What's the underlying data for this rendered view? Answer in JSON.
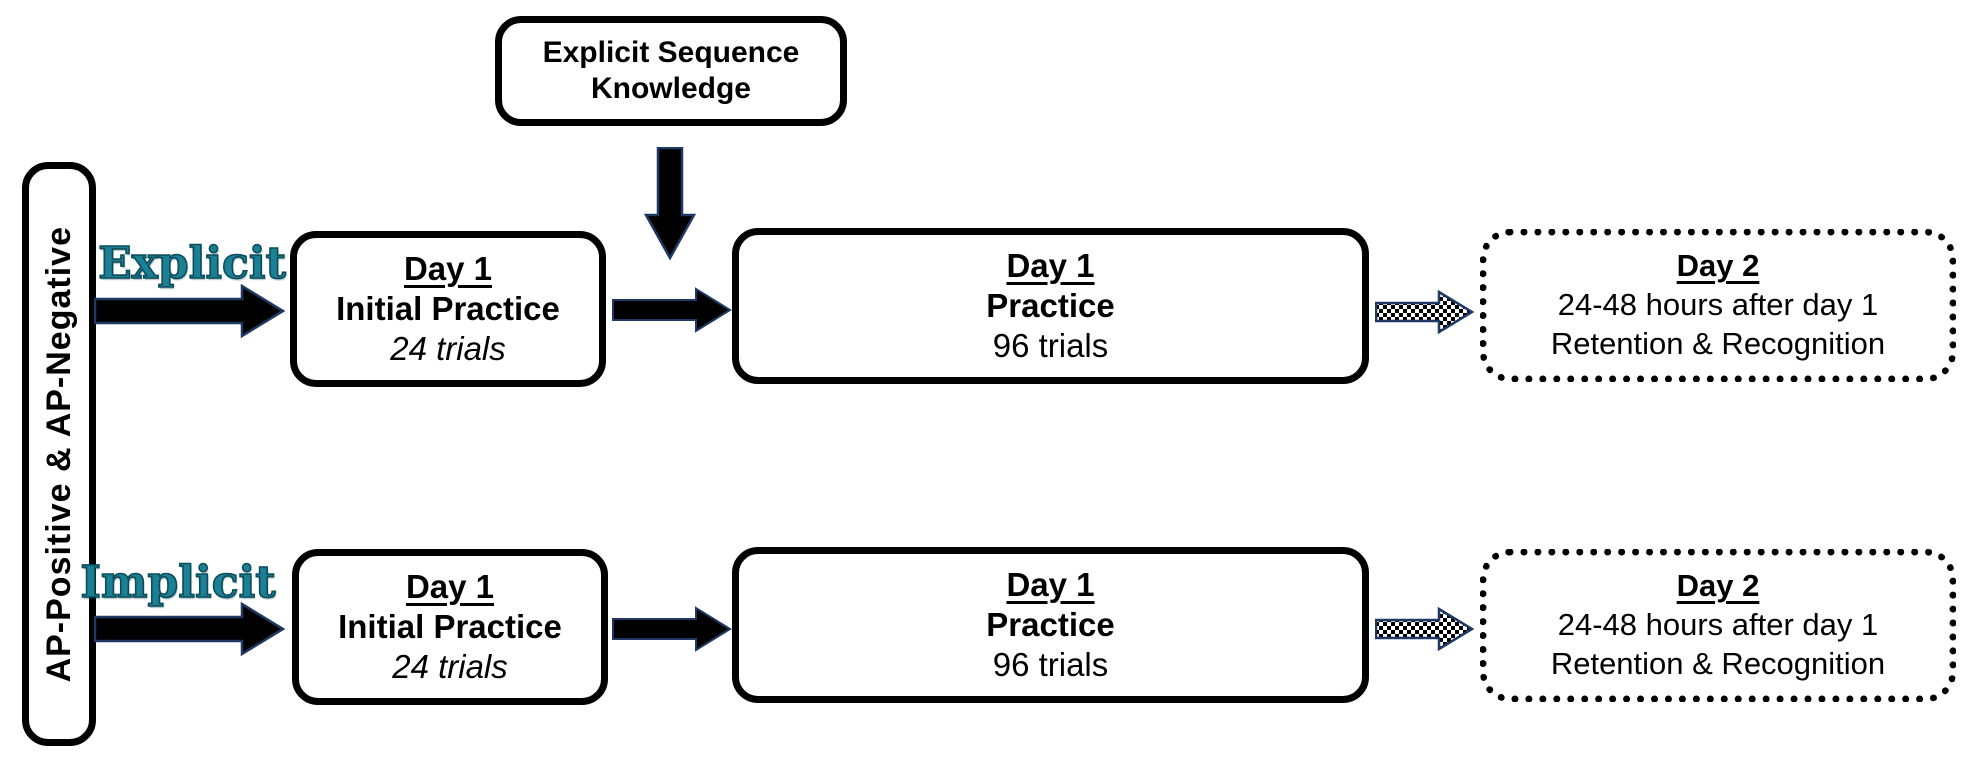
{
  "colors": {
    "teal_accent": "#1b8093",
    "arrow_outline_navy": "#1f3864",
    "box_border": "#000000",
    "background": "#ffffff"
  },
  "icons": {
    "right_arrow": "black right arrow with navy outline",
    "down_arrow": "black down arrow with navy outline",
    "checkered_right_arrow": "checkerboard-filled right arrow with navy outline"
  },
  "diagram": {
    "cohort_label": "AP-Positive & AP-Negative",
    "knowledge_box_label": "Explicit Sequence Knowledge",
    "rows": [
      {
        "condition": "Explicit",
        "initial_practice": {
          "day": "Day 1",
          "name": "Initial Practice",
          "trials": "24 trials"
        },
        "practice": {
          "day": "Day 1",
          "name": "Practice",
          "trials": "96 trials"
        },
        "retention": {
          "day": "Day 2",
          "timing": "24-48 hours after day 1",
          "tasks": "Retention & Recognition"
        }
      },
      {
        "condition": "Implicit",
        "initial_practice": {
          "day": "Day 1",
          "name": "Initial Practice",
          "trials": "24 trials"
        },
        "practice": {
          "day": "Day 1",
          "name": "Practice",
          "trials": "96 trials"
        },
        "retention": {
          "day": "Day 2",
          "timing": "24-48 hours after day 1",
          "tasks": "Retention & Recognition"
        }
      }
    ]
  }
}
